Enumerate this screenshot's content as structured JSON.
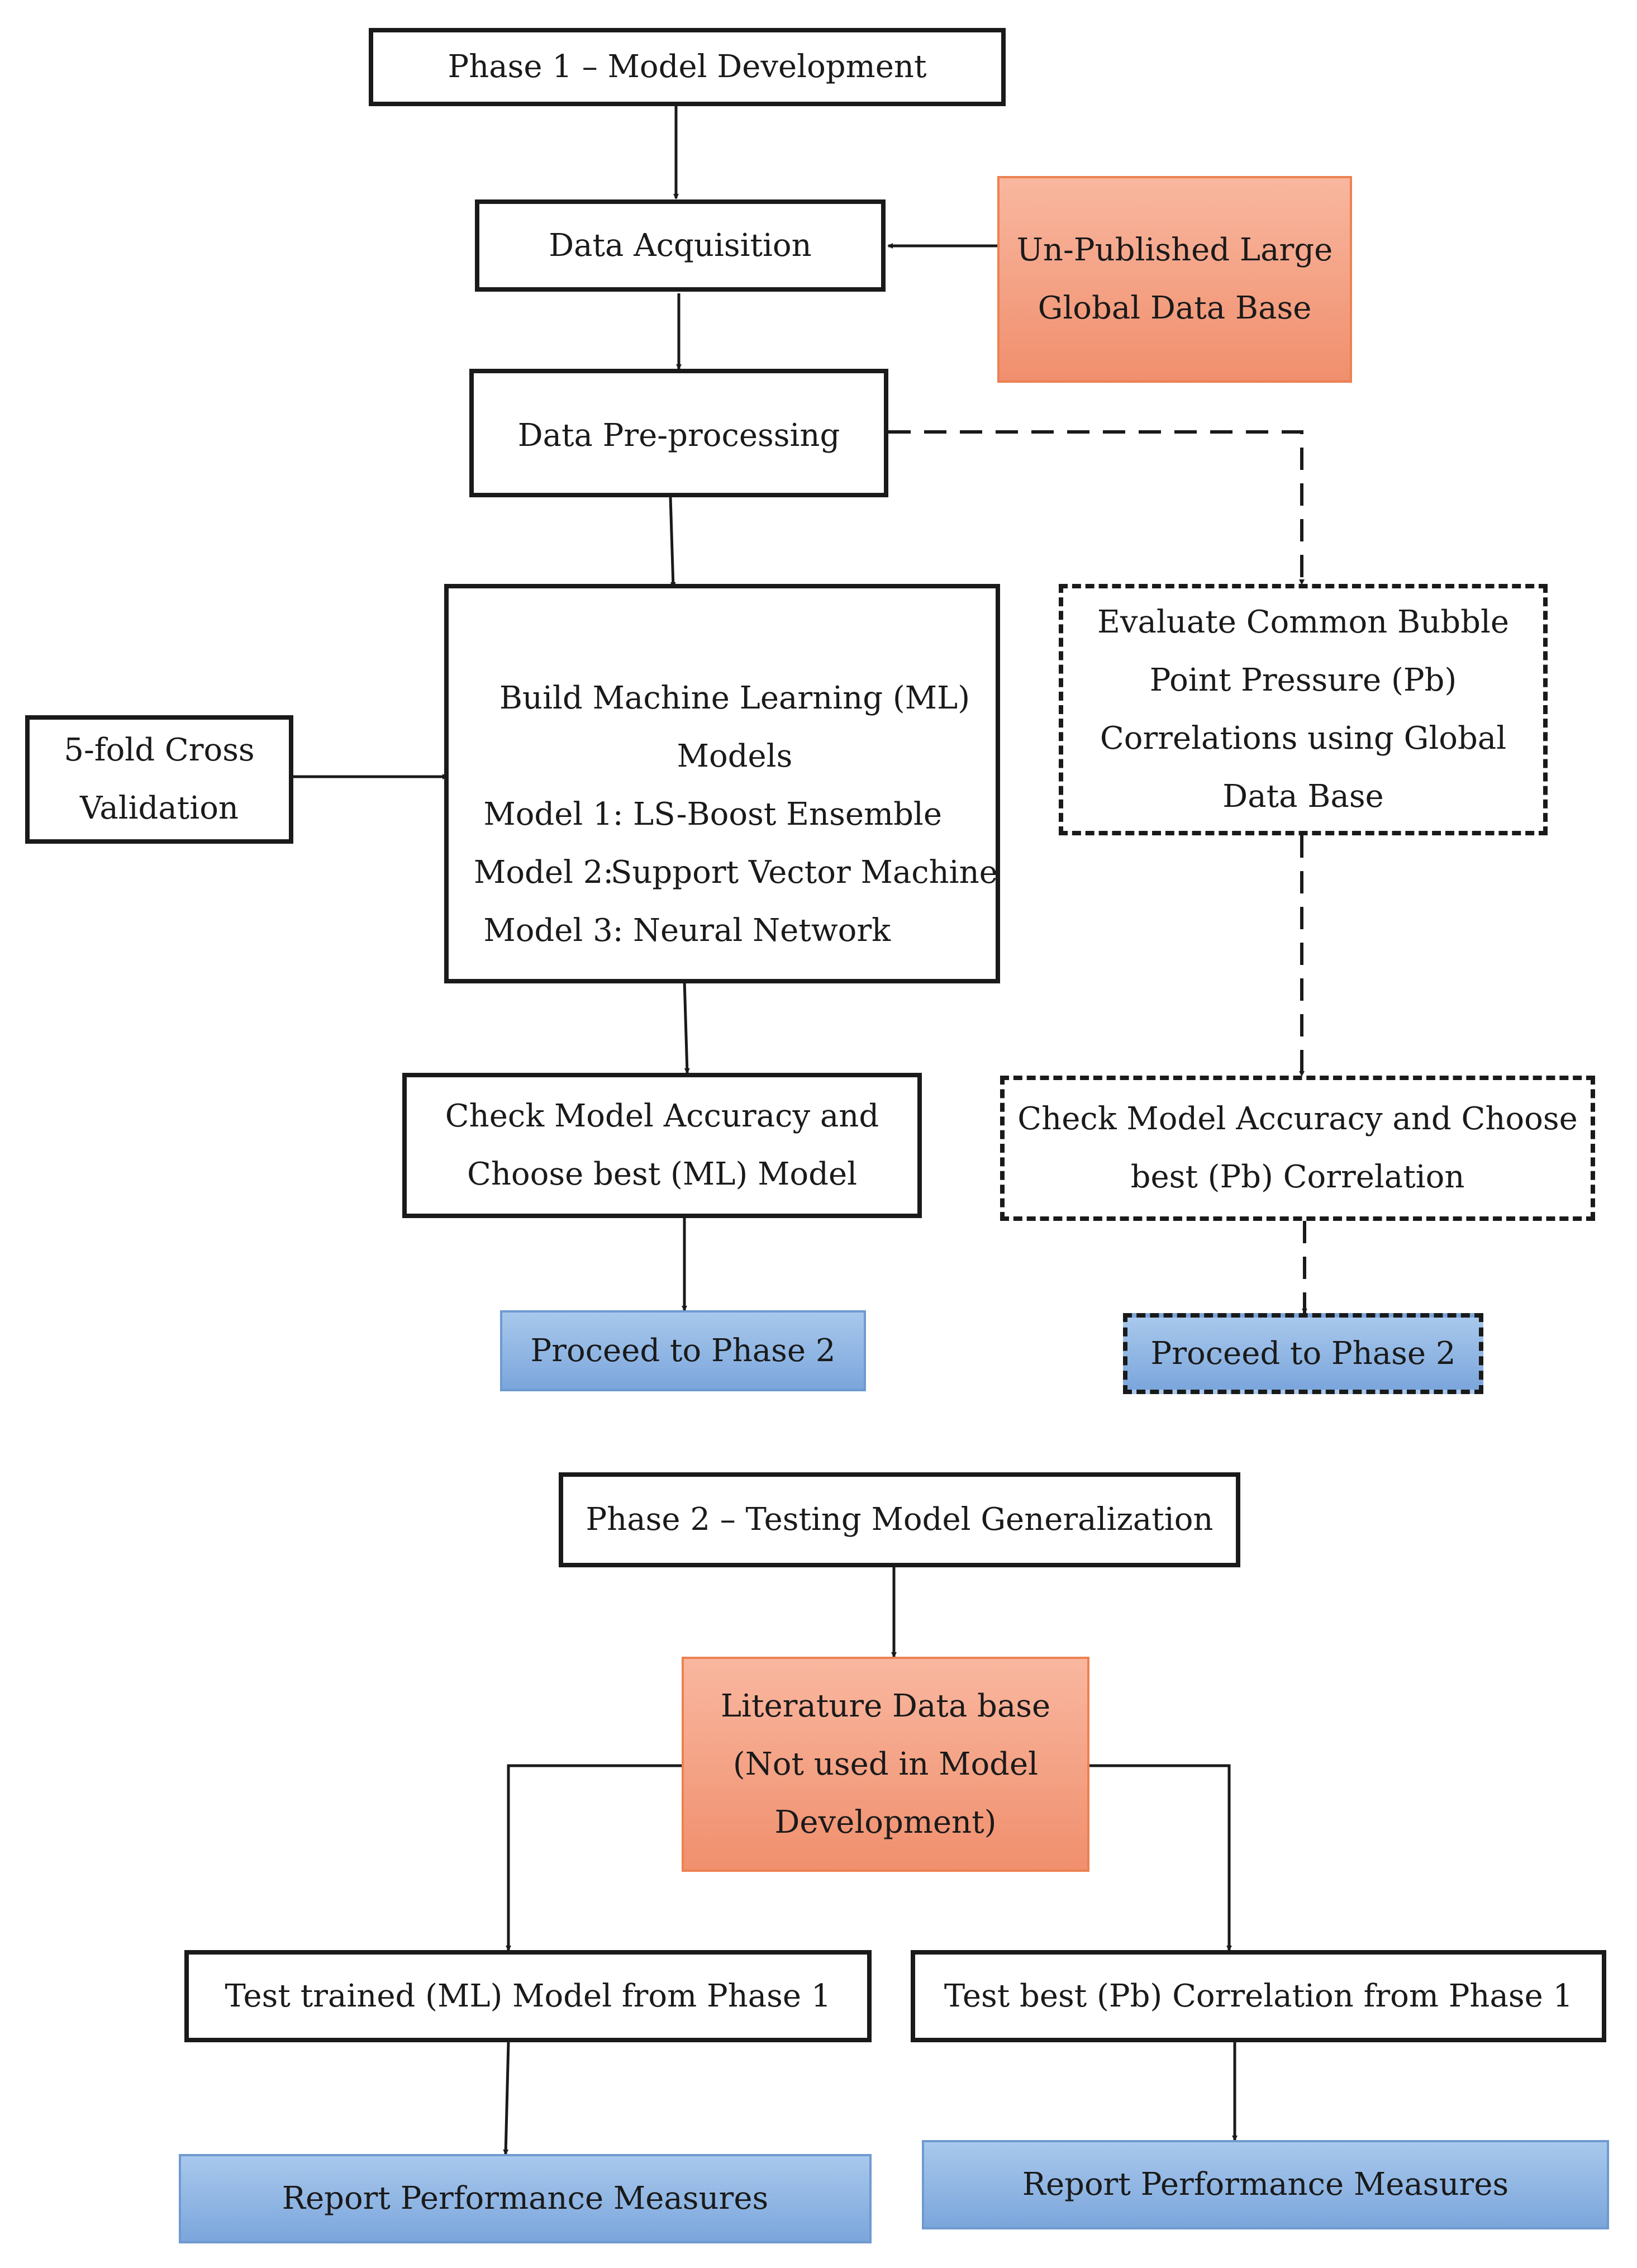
{
  "phase1": {
    "title": "Phase 1 – Model Development",
    "data_acquisition": "Data Acquisition",
    "database": [
      "Un-Published Large",
      "Global Data Base"
    ],
    "preprocessing": "Data Pre-processing",
    "cross_validation": [
      "5-fold Cross",
      "Validation"
    ],
    "build_models": {
      "heading": [
        "Build Machine Learning (ML)",
        "Models"
      ],
      "models": [
        {
          "label": "Model 1:",
          "name": "LS-Boost Ensemble"
        },
        {
          "label": "Model 2:",
          "name": "Support Vector Machine"
        },
        {
          "label": "Model 3:",
          "name": "Neural Network"
        }
      ]
    },
    "evaluate_correlations": [
      "Evaluate Common Bubble",
      "Point Pressure (Pb)",
      "Correlations using Global",
      "Data Base"
    ],
    "check_ml": [
      "Check Model Accuracy and",
      "Choose best (ML) Model"
    ],
    "check_pb": [
      "Check Model Accuracy and Choose",
      "best (Pb) Correlation"
    ],
    "proceed_left": "Proceed to Phase 2",
    "proceed_right": "Proceed to Phase 2"
  },
  "phase2": {
    "title": "Phase 2 – Testing Model Generalization",
    "literature": [
      "Literature Data base",
      "(Not used in Model",
      "Development)"
    ],
    "test_ml": "Test trained (ML) Model from Phase 1",
    "test_pb": "Test best (Pb) Correlation from Phase 1",
    "report_left": "Report Performance Measures",
    "report_right": "Report Performance Measures"
  }
}
